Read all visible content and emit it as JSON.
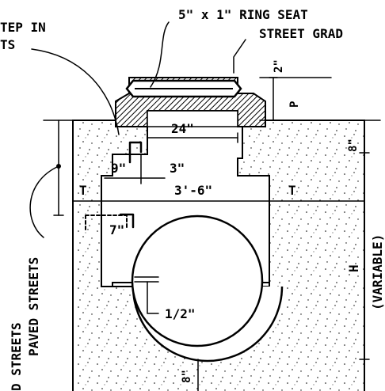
{
  "labels": {
    "step_top": "TEP IN",
    "step_bottom": "TS",
    "ring_seat": "5\" x 1\" RING SEAT",
    "street_grade": "STREET GRAD",
    "dim_2": "2\"",
    "dim_p": "P",
    "dim_24": "24\"",
    "dim_8_top": "8\"",
    "dim_9": "9\"",
    "dim_3": "3\"",
    "t_left": "T",
    "t_right": "T",
    "dim_3_6": "3'-6\"",
    "dim_7": "7\"",
    "dim_h": "H",
    "variable": "(VARIABLE)",
    "dim_half": "1/2\"",
    "dim_8_bottom": "8\"",
    "paved_streets": "PAVED STREETS",
    "d_streets": "D STREETS"
  }
}
